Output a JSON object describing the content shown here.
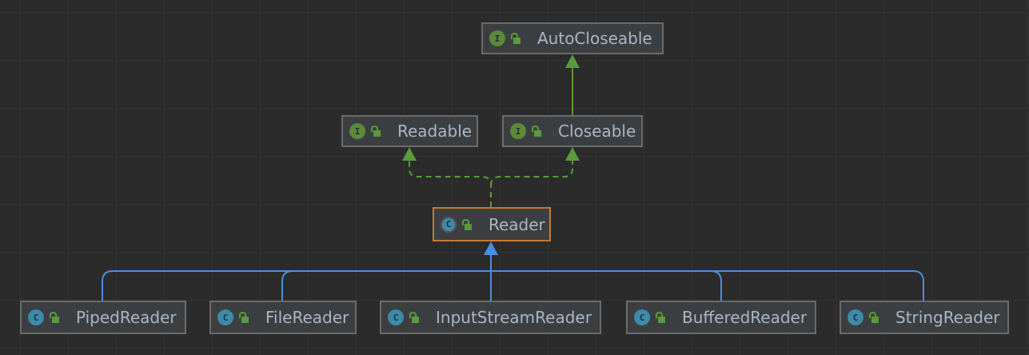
{
  "colors": {
    "interface_edge": "#5a9a3c",
    "class_edge": "#4a8fe0",
    "selected_border": "#c57a33"
  },
  "nodes": [
    {
      "id": "autocloseable",
      "name": "AutoCloseable",
      "kind": "interface",
      "badge": "I"
    },
    {
      "id": "readable",
      "name": "Readable",
      "kind": "interface",
      "badge": "I"
    },
    {
      "id": "closeable",
      "name": "Closeable",
      "kind": "interface",
      "badge": "I"
    },
    {
      "id": "reader",
      "name": "Reader",
      "kind": "abstract-class",
      "badge": "C"
    },
    {
      "id": "pipedreader",
      "name": "PipedReader",
      "kind": "class",
      "badge": "C"
    },
    {
      "id": "filereader",
      "name": "FileReader",
      "kind": "class",
      "badge": "C"
    },
    {
      "id": "inputstreamreader",
      "name": "InputStreamReader",
      "kind": "class",
      "badge": "C"
    },
    {
      "id": "bufferedreader",
      "name": "BufferedReader",
      "kind": "class",
      "badge": "C"
    },
    {
      "id": "stringreader",
      "name": "StringReader",
      "kind": "class",
      "badge": "C"
    }
  ],
  "edges": [
    {
      "from": "Closeable",
      "to": "AutoCloseable",
      "type": "extends"
    },
    {
      "from": "Reader",
      "to": "Readable",
      "type": "implements"
    },
    {
      "from": "Reader",
      "to": "Closeable",
      "type": "implements"
    },
    {
      "from": "PipedReader",
      "to": "Reader",
      "type": "extends"
    },
    {
      "from": "FileReader",
      "to": "Reader",
      "type": "extends"
    },
    {
      "from": "InputStreamReader",
      "to": "Reader",
      "type": "extends"
    },
    {
      "from": "BufferedReader",
      "to": "Reader",
      "type": "extends"
    },
    {
      "from": "StringReader",
      "to": "Reader",
      "type": "extends"
    }
  ]
}
